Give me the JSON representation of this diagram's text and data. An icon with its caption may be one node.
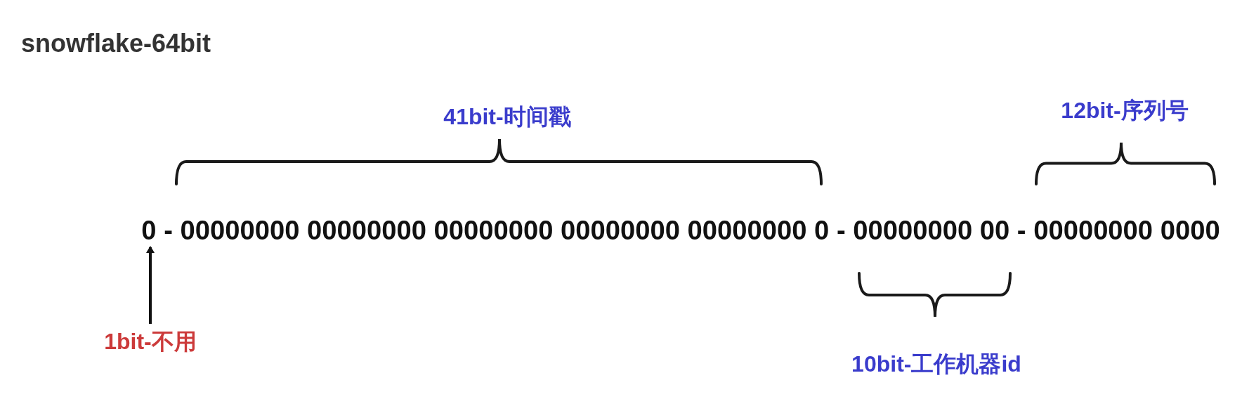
{
  "diagram": {
    "title": "snowflake-64bit",
    "nodes": [
      {
        "text": [
          "1bit-不用"
        ]
      },
      {
        "text": [
          "0 - 00000000 00000000 00000000 00000000 00000000 0 - 00000000 00 - 00000000 0000"
        ]
      }
    ],
    "edges": [
      {
        "from": 0,
        "to": 1,
        "arrow": "to"
      }
    ],
    "labels": [
      "41bit-时间戳",
      "12bit-序列号",
      "10bit-工作机器id"
    ]
  }
}
